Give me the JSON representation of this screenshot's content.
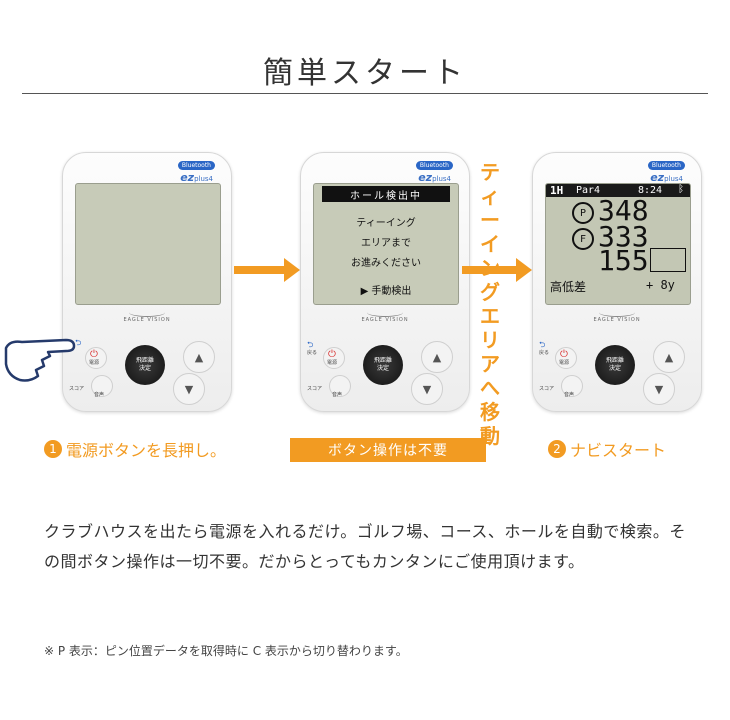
{
  "title": "簡単スタート",
  "device": {
    "bluetooth_badge": "Bluetooth",
    "logo_main": "ez",
    "logo_sub": "plus4",
    "brand": "EAGLE VISION",
    "btn_power": "電源",
    "btn_back": "戻る",
    "btn_score": "スコア",
    "btn_sound": "音声",
    "btn_center_line1": "飛距離",
    "btn_center_line2": "決定"
  },
  "screen2": {
    "banner": "ホール検出中",
    "line1": "ティーイング",
    "line2": "エリアまで",
    "line3": "お進みください",
    "line4": "▶ 手動検出"
  },
  "screen3": {
    "hole": "1H",
    "par": "Par4",
    "time": "8:24",
    "p_value": "348",
    "p_letter": "P",
    "f_value": "333",
    "f_letter": "F",
    "green_value": "155",
    "elevation_label": "高低差",
    "elevation_value": "+ 8y"
  },
  "arrow_text": [
    "テ",
    "ィ",
    "ー",
    "イ",
    "ン",
    "グ",
    "エ",
    "リ",
    "ア",
    "へ",
    "移",
    "動"
  ],
  "captions": {
    "step1_num": "1",
    "step1": "電源ボタンを長押し。",
    "step_mid": "ボタン操作は不要",
    "step2_num": "2",
    "step2": "ナビスタート"
  },
  "body_text": "クラブハウスを出たら電源を入れるだけ。ゴルフ場、コース、ホールを自動で検索。その間ボタン操作は一切不要。だからとってもカンタンにご使用頂けます。",
  "note": "※ P 表示：ピン位置データを取得時に C 表示から切り替わります。",
  "colors": {
    "accent": "#f29b22",
    "logo": "#3a6fc4",
    "power": "#d83030"
  }
}
